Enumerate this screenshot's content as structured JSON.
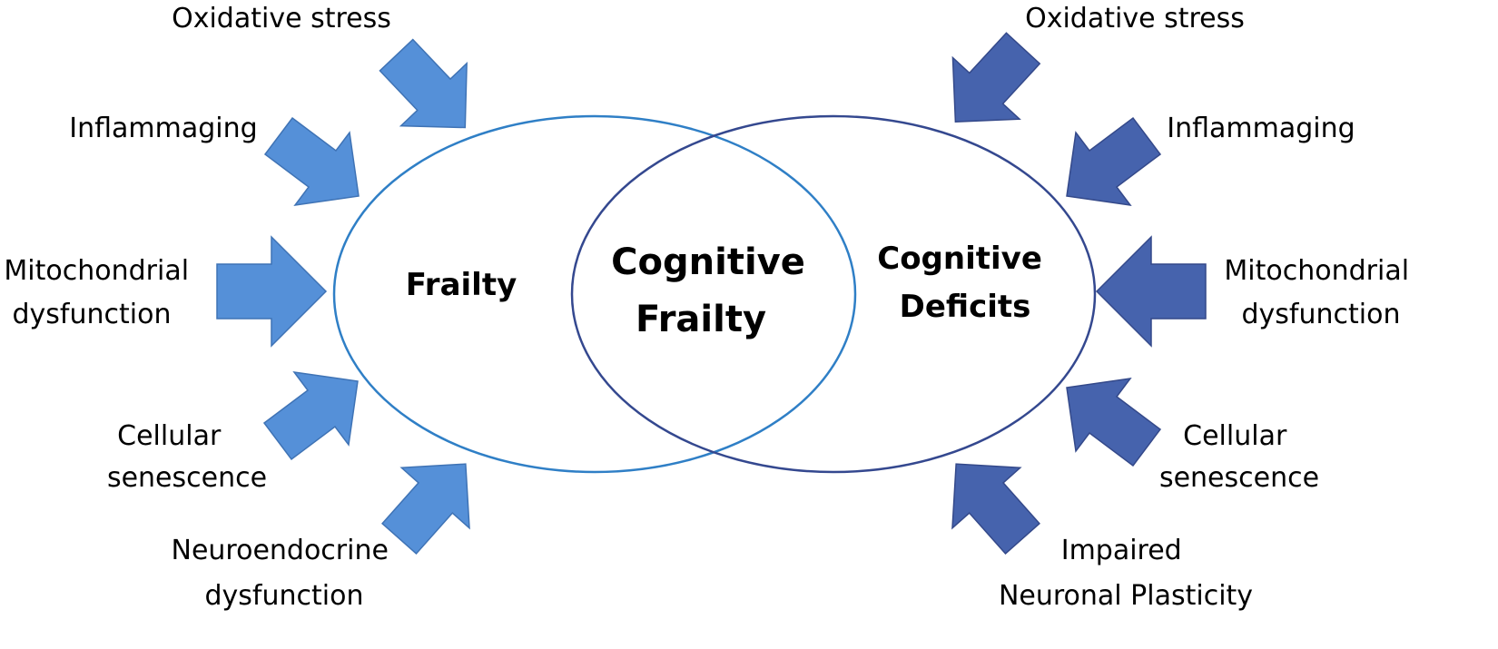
{
  "colors": {
    "left_arrow": "#5590d8",
    "left_arrow_stroke": "#3f73b5",
    "right_arrow": "#4663ad",
    "right_arrow_stroke": "#34498a",
    "left_ellipse": "#2f7fc6",
    "right_ellipse": "#34488f"
  },
  "circles": {
    "left": "Frailty",
    "center": [
      "Cognitive",
      "Frailty"
    ],
    "right": [
      "Cognitive",
      "Deficits"
    ]
  },
  "left_factors": [
    {
      "lines": [
        "Oxidative stress"
      ],
      "icon": "arrow-icon"
    },
    {
      "lines": [
        "Inflammaging"
      ],
      "icon": "arrow-icon"
    },
    {
      "lines": [
        "Mitochondrial",
        "dysfunction"
      ],
      "icon": "arrow-icon"
    },
    {
      "lines": [
        "Cellular",
        "senescence"
      ],
      "icon": "arrow-icon"
    },
    {
      "lines": [
        "Neuroendocrine",
        "dysfunction"
      ],
      "icon": "arrow-icon"
    }
  ],
  "right_factors": [
    {
      "lines": [
        "Oxidative stress"
      ],
      "icon": "arrow-icon"
    },
    {
      "lines": [
        "Inflammaging"
      ],
      "icon": "arrow-icon"
    },
    {
      "lines": [
        "Mitochondrial",
        "dysfunction"
      ],
      "icon": "arrow-icon"
    },
    {
      "lines": [
        "Cellular",
        "senescence"
      ],
      "icon": "arrow-icon"
    },
    {
      "lines": [
        "Impaired",
        "Neuronal Plasticity"
      ],
      "icon": "arrow-icon"
    }
  ]
}
